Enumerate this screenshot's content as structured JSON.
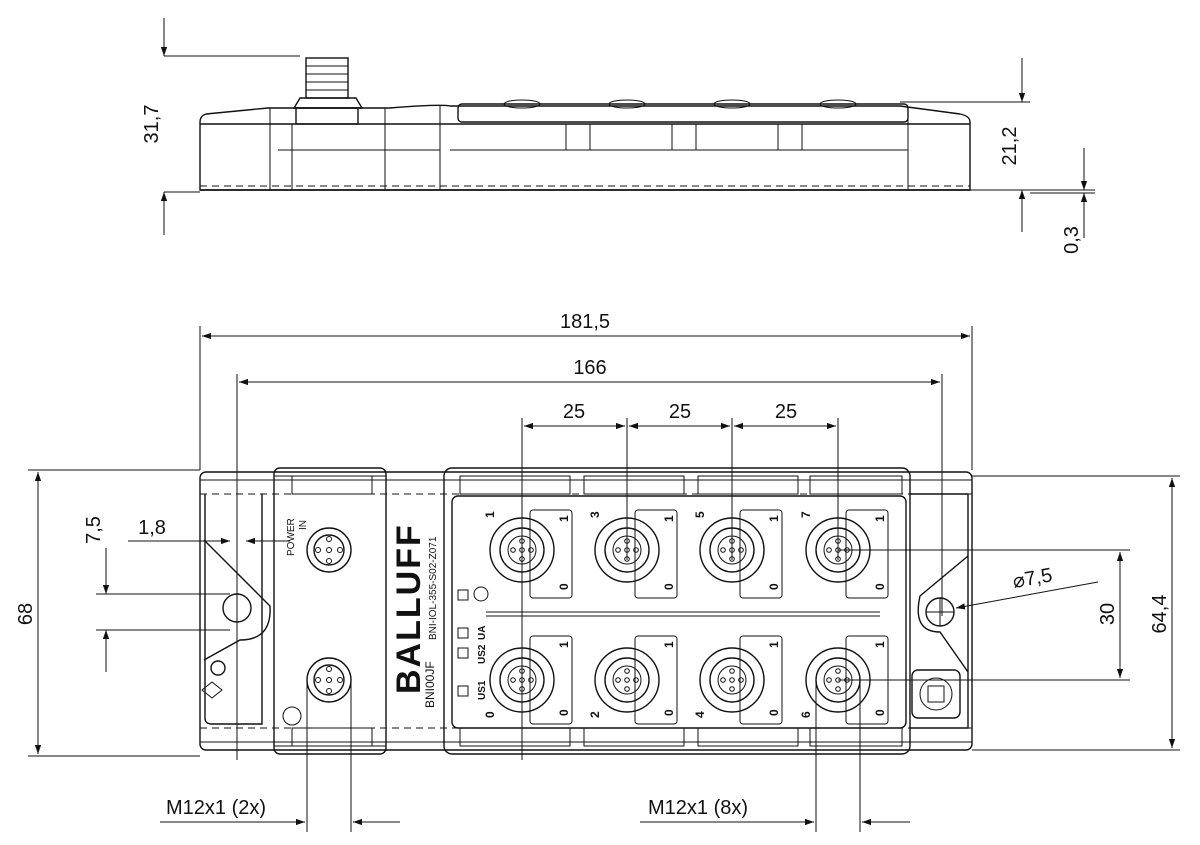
{
  "side_view": {
    "dims": {
      "overall_height": "31,7",
      "body_height": "21,2",
      "offset": "0,3"
    }
  },
  "top_view": {
    "dims": {
      "overall_length": "181,5",
      "mounting_distance": "166",
      "pitch_1": "25",
      "pitch_2": "25",
      "pitch_3": "25",
      "overall_width": "68",
      "body_width": "64,4",
      "hole_offset": "7,5",
      "edge_offset": "1,8",
      "hole_diameter": "⌀7,5",
      "row_distance": "30"
    },
    "connectors": {
      "power_label_line1": "POWER",
      "power_label_line2": "IN",
      "power_thread": "M12x1 (2x)",
      "port_thread": "M12x1 (8x)"
    },
    "labels": {
      "brand": "BALLUFF",
      "model": "BNI00JF",
      "part": "BNI-IOL-355-S02-Z071",
      "led_ua": "UA",
      "led_us2": "US2",
      "led_us1": "US1"
    },
    "ports_top": [
      "1",
      "3",
      "5",
      "7"
    ],
    "ports_bottom": [
      "0",
      "2",
      "4",
      "6"
    ],
    "pin_hi": "1",
    "pin_lo": "0"
  }
}
